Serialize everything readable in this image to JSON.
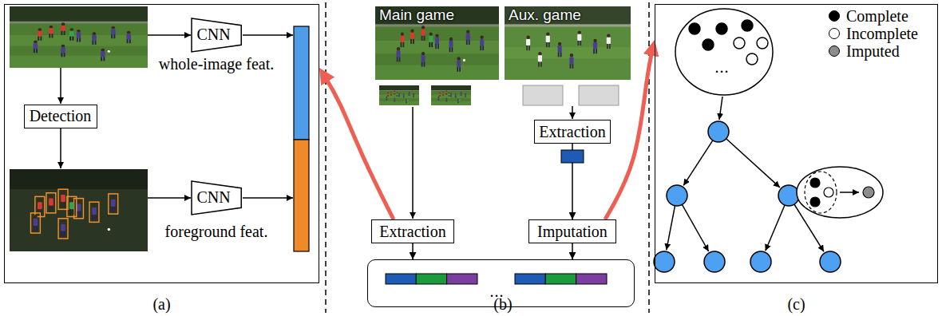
{
  "diagram": {
    "nodes": [
      {
        "text": [
          "(a)"
        ]
      },
      {
        "text": [
          "CNN"
        ],
        "in": 0
      },
      {
        "text": [
          "Detection"
        ],
        "in": 0
      },
      {
        "text": [
          "CNN"
        ],
        "in": 0
      },
      {
        "text": [
          "Extraction"
        ]
      },
      {
        "text": [
          "Extraction"
        ]
      },
      {
        "text": [
          "Imputation"
        ]
      },
      {
        "text": [
          "..."
        ]
      },
      {
        "text": [
          "(c)"
        ]
      },
      {
        "text": [
          "..."
        ],
        "in": 8
      }
    ],
    "edges": [
      {
        "from": 4,
        "to": 6,
        "arrow": "to"
      },
      {
        "from": 5,
        "to": 7,
        "arrow": "to"
      },
      {
        "from": 6,
        "to": 7,
        "arrow": "to"
      },
      {
        "from": 5,
        "to": 0,
        "arrow": "to"
      },
      {
        "from": 6,
        "to": 8,
        "arrow": "to"
      }
    ],
    "labels": [
      "whole-image feat.",
      "foreground feat.",
      "Main game",
      "Aux. game",
      "(b)"
    ],
    "legend": [
      {
        "text": "Complete",
        "color": "#000000"
      },
      {
        "text": "Incomplete",
        "color": "#ffffff"
      },
      {
        "text": "Imputed",
        "color": "#8c8c8c"
      }
    ]
  }
}
